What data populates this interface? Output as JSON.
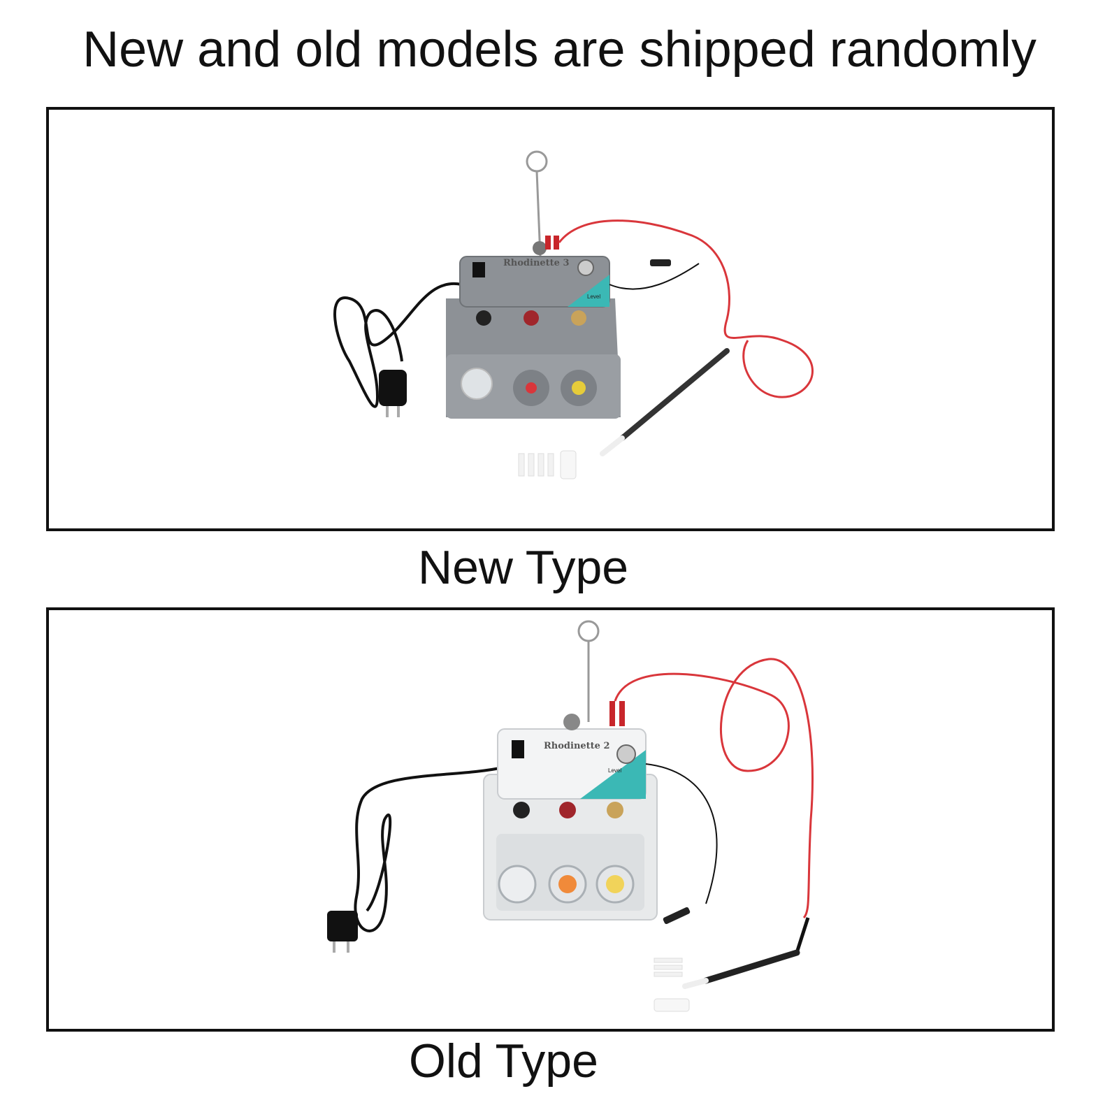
{
  "headline": "New and old models are shipped randomly",
  "panels": [
    {
      "caption": "New Type",
      "device_label": "Rhodinette 3",
      "knob_label": "Level",
      "body_color": "#8d9196",
      "accent_color": "#3bb8b5"
    },
    {
      "caption": "Old Type",
      "device_label": "Rhodinette 2",
      "knob_label": "Level",
      "body_color": "#e8eaeb",
      "accent_color": "#3bb8b5"
    }
  ]
}
